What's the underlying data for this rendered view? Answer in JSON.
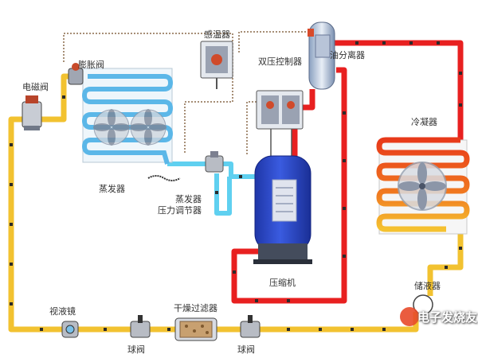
{
  "labels": {
    "solenoid_valve": "电磁阀",
    "expansion_valve": "膨胀阀",
    "temperature_sensor": "感温器",
    "dual_pressure_controller": "双压控制器",
    "oil_separator": "油分离器",
    "condenser": "冷凝器",
    "evaporator": "蒸发器",
    "evaporator_pressure_regulator": "蒸发器\n压力调节器",
    "compressor": "压缩机",
    "sight_glass": "视液镜",
    "filter_drier": "干燥过滤器",
    "ball_valve_left": "球阀",
    "ball_valve_right": "球阀",
    "receiver": "储液器"
  },
  "watermark": "电子发烧友",
  "colors": {
    "hot_gas_line": "#e82020",
    "liquid_line": "#f2c230",
    "suction_line": "#5fd0f0",
    "evaporator_coil": "#5bb7e8",
    "compressor_body": "#2a44c8",
    "control_line": "#8a6a4a"
  }
}
